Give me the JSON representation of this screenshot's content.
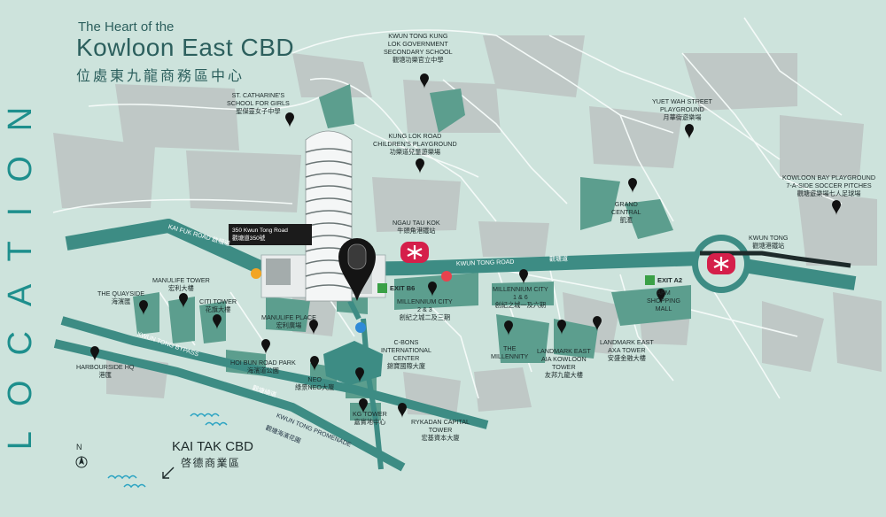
{
  "header": {
    "line1": "The Heart of the",
    "line2": "Kowloon East CBD",
    "line3": "位處東九龍商務區中心"
  },
  "side_title": "LOCATION",
  "featured": {
    "line1": "350 Kwun Tong Road",
    "line2": "觀塘道350號"
  },
  "places": [
    {
      "name": "kwun-tong-kung-lok-school",
      "lines": [
        "KWUN TONG KUNG",
        "LOK GOVERNMENT",
        "SECONDARY SCHOOL",
        "觀塘功樂官立中學"
      ]
    },
    {
      "name": "st-catharines-school",
      "lines": [
        "ST. CATHARINE'S",
        "SCHOOL FOR GIRLS",
        "聖傑靈女子中學"
      ]
    },
    {
      "name": "kung-lok-road-playground",
      "lines": [
        "KUNG LOK ROAD",
        "CHILDREN'S PLAYGROUND",
        "功樂道兒童遊樂場"
      ]
    },
    {
      "name": "yuet-wah-street-playground",
      "lines": [
        "YUET WAH STREET",
        "PLAYGROUND",
        "月華街遊樂場"
      ]
    },
    {
      "name": "kowloon-bay-playground",
      "lines": [
        "KOWLOON BAY PLAYGROUND",
        "7-A-SIDE SOCCER PITCHES",
        "觀塘遊樂場七人足球場"
      ]
    },
    {
      "name": "grand-central",
      "lines": [
        "GRAND",
        "CENTRAL",
        "凱滙"
      ]
    },
    {
      "name": "ngau-tau-kok",
      "lines": [
        "NGAU TAU KOK",
        "牛頭角港鐵站"
      ]
    },
    {
      "name": "kwun-tong-station",
      "lines": [
        "KWUN TONG",
        "觀塘港鐵站"
      ]
    },
    {
      "name": "millennium-city-1-6",
      "lines": [
        "MILLENNIUM CITY",
        "1 & 6",
        "創紀之城一及六期"
      ]
    },
    {
      "name": "millennium-city-2-3",
      "lines": [
        "MILLENNIUM CITY",
        "2 & 3",
        "創紀之城二及三期"
      ]
    },
    {
      "name": "apm-mall",
      "lines": [
        "APM",
        "SHOPPING",
        "MALL"
      ]
    },
    {
      "name": "the-millennity",
      "lines": [
        "THE",
        "MILLENNITY"
      ]
    },
    {
      "name": "landmark-east-aia",
      "lines": [
        "LANDMARK EAST",
        "AIA KOWLOON",
        "TOWER",
        "友邦九龍大樓"
      ]
    },
    {
      "name": "landmark-east-axa",
      "lines": [
        "LANDMARK EAST",
        "AXA TOWER",
        "安盛金融大樓"
      ]
    },
    {
      "name": "manulife-tower",
      "lines": [
        "MANULIFE TOWER",
        "宏利大樓"
      ]
    },
    {
      "name": "the-quayside",
      "lines": [
        "THE QUAYSIDE",
        "海濱匯"
      ]
    },
    {
      "name": "citi-tower",
      "lines": [
        "CITI TOWER",
        "花旗大樓"
      ]
    },
    {
      "name": "manulife-place",
      "lines": [
        "MANULIFE PLACE",
        "宏利廣場"
      ]
    },
    {
      "name": "harbourside-hq",
      "lines": [
        "HARBOURSIDE HQ",
        "港匯"
      ]
    },
    {
      "name": "hoi-bun-road-park",
      "lines": [
        "HOI BUN ROAD PARK",
        "海濱道公園"
      ]
    },
    {
      "name": "neo",
      "lines": [
        "NEO",
        "綠景NEO大廈"
      ]
    },
    {
      "name": "c-bons",
      "lines": [
        "C-BONS",
        "INTERNATIONAL",
        "CENTER",
        "錦寶國際大廈"
      ]
    },
    {
      "name": "kg-tower",
      "lines": [
        "KG TOWER",
        "嘉實地中心"
      ]
    },
    {
      "name": "rykadan-capital-tower",
      "lines": [
        "RYKADAN CAPITAL",
        "TOWER",
        "宏基資本大廈"
      ]
    }
  ],
  "roads": {
    "kai_fuk": "KAI FUK ROAD 啟福道",
    "kwun_tong_road": "KWUN TONG ROAD",
    "kwun_tong_road_zh": "觀塘道",
    "bypass": "KWUN TONG BYPASS",
    "bypass_zh": "觀塘繞道",
    "promenade_en": "KWUN TONG PROMENADE",
    "promenade_zh": "觀塘海濱花園"
  },
  "exits": {
    "b6": "EXIT B6",
    "a2": "EXIT A2"
  },
  "kai_tak": {
    "en": "KAI TAK CBD",
    "zh": "啓德商業區"
  },
  "north": "N",
  "colors": {
    "background": "#cde3dc",
    "road": "#3d8c84",
    "building": "#bcc6c4",
    "landmark": "#5c9e8e",
    "accent": "#1e8f8d",
    "mtr": "#d51f4a",
    "exit": "#3aa046",
    "bus": "#f2a524"
  },
  "icons": [
    "pin-icon",
    "mtr-icon",
    "exit-icon",
    "bus-stop-icon",
    "north-arrow-icon",
    "direction-arrow-icon",
    "water-wave-icon"
  ]
}
